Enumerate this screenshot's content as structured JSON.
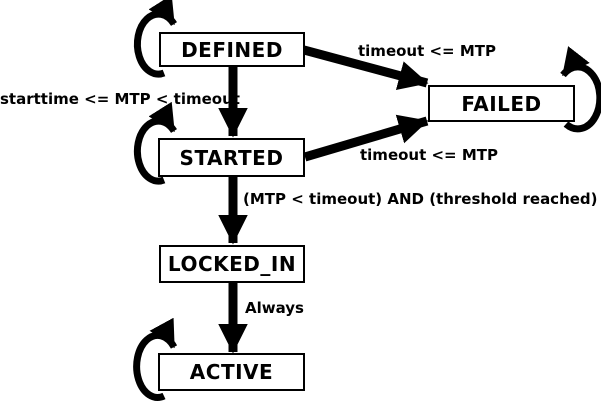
{
  "diagram": {
    "states": [
      {
        "id": "DEFINED",
        "label": "DEFINED"
      },
      {
        "id": "FAILED",
        "label": "FAILED"
      },
      {
        "id": "STARTED",
        "label": "STARTED"
      },
      {
        "id": "LOCKED_IN",
        "label": "LOCKED_IN"
      },
      {
        "id": "ACTIVE",
        "label": "ACTIVE"
      }
    ],
    "transitions": [
      {
        "from": "DEFINED",
        "to": "FAILED",
        "label": "timeout <= MTP"
      },
      {
        "from": "DEFINED",
        "to": "STARTED",
        "label": "starttime <= MTP < timeout"
      },
      {
        "from": "STARTED",
        "to": "FAILED",
        "label": "timeout <= MTP"
      },
      {
        "from": "STARTED",
        "to": "LOCKED_IN",
        "label": "(MTP < timeout) AND (threshold reached)"
      },
      {
        "from": "LOCKED_IN",
        "to": "ACTIVE",
        "label": "Always"
      },
      {
        "from": "DEFINED",
        "to": "DEFINED",
        "label": ""
      },
      {
        "from": "STARTED",
        "to": "STARTED",
        "label": ""
      },
      {
        "from": "FAILED",
        "to": "FAILED",
        "label": ""
      },
      {
        "from": "ACTIVE",
        "to": "ACTIVE",
        "label": ""
      }
    ],
    "colors": {
      "stroke": "#000000",
      "box_fill": "#ffffff",
      "background": "#ffffff"
    }
  }
}
